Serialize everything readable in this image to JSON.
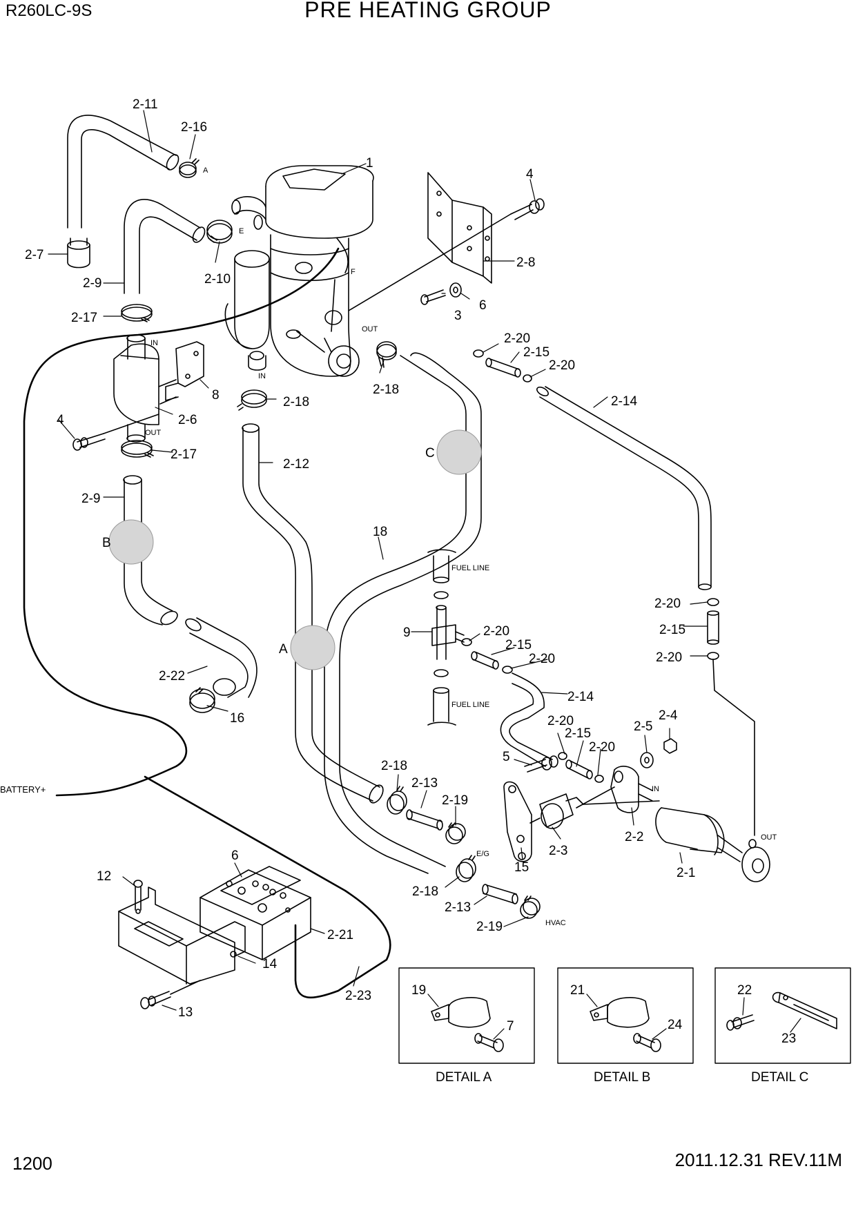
{
  "header": {
    "model": "R260LC-9S",
    "title": "PRE HEATING GROUP"
  },
  "footer": {
    "page": "1200",
    "revision": "2011.12.31  REV.11M"
  },
  "callouts": {
    "c2_11": "2-11",
    "c2_16": "2-16",
    "c1": "1",
    "c4a": "4",
    "c2_8": "2-8",
    "c2_7": "2-7",
    "c2_9a": "2-9",
    "c2_10": "2-10",
    "c3": "3",
    "c6a": "6",
    "c2_17a": "2-17",
    "c2_20a": "2-20",
    "c2_15a": "2-15",
    "c2_20b": "2-20",
    "c2_18a": "2-18",
    "c8": "8",
    "c2_18b": "2-18",
    "c2_14a": "2-14",
    "c4b": "4",
    "c2_6": "2-6",
    "c2_17b": "2-17",
    "c2_12": "2-12",
    "c2_9b": "2-9",
    "c18": "18",
    "c9": "9",
    "c2_20c": "2-20",
    "c2_15b": "2-15",
    "c2_20d": "2-20",
    "c2_22": "2-22",
    "c16": "16",
    "c2_14b": "2-14",
    "c2_20e": "2-20",
    "c2_15c": "2-15",
    "c2_20f": "2-20",
    "c2_20g": "2-20",
    "c2_15d": "2-15",
    "c2_20h": "2-20",
    "c2_5": "2-5",
    "c2_4": "2-4",
    "c5": "5",
    "c2_18c": "2-18",
    "c2_13a": "2-13",
    "c2_19a": "2-19",
    "c15": "15",
    "c2_3": "2-3",
    "c2_2": "2-2",
    "c2_1": "2-1",
    "c2_18d": "2-18",
    "c2_13b": "2-13",
    "c2_19b": "2-19",
    "c6b": "6",
    "c12": "12",
    "c2_21": "2-21",
    "c14": "14",
    "c13": "13",
    "c2_23": "2-23",
    "c19": "19",
    "c7": "7",
    "c21": "21",
    "c24": "24",
    "c22": "22",
    "c23": "23"
  },
  "markers": {
    "A": "A",
    "B": "B",
    "C": "C"
  },
  "small_labels": {
    "A": "A",
    "E": "E",
    "F": "F",
    "OUT1": "OUT",
    "IN1": "IN",
    "IN2": "IN",
    "OUT2": "OUT",
    "fuel1": "FUEL LINE",
    "fuel2": "FUEL LINE",
    "IN3": "IN",
    "OUT3": "OUT",
    "EG": "E/G",
    "HVAC": "HVAC",
    "battery": "BATTERY+"
  },
  "details": {
    "a": "DETAIL A",
    "b": "DETAIL B",
    "c": "DETAIL C"
  }
}
